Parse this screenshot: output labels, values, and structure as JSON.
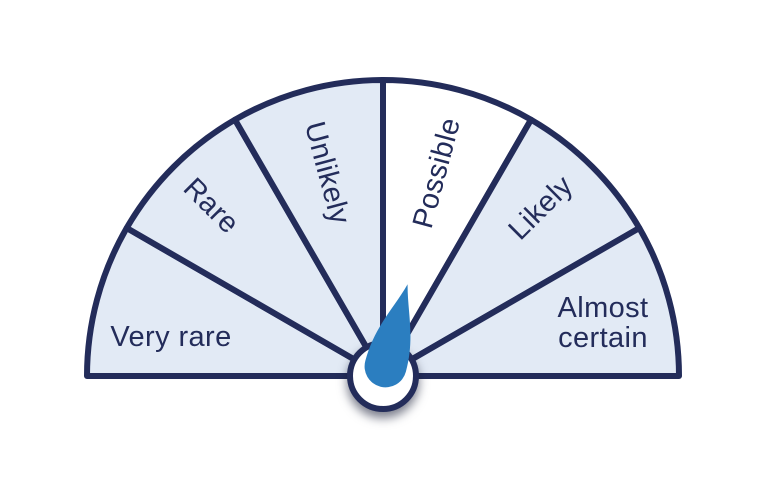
{
  "colors": {
    "background": "#ffffff",
    "navy": "#232c5a",
    "segment-fill": "#e2eaf5",
    "segment-highlight": "#ffffff",
    "needle-blue": "#2b7ec0",
    "hub-fill": "#ffffff"
  },
  "gauge": {
    "segments": [
      {
        "label": "Very rare",
        "highlighted": false
      },
      {
        "label": "Rare",
        "highlighted": false
      },
      {
        "label": "Unlikely",
        "highlighted": false
      },
      {
        "label": "Possible",
        "highlighted": true
      },
      {
        "label": "Likely",
        "highlighted": false
      },
      {
        "label": "Almost certain",
        "line1": "Almost",
        "line2": "certain",
        "highlighted": false
      }
    ],
    "needle": {
      "points_to": "Possible",
      "angle_deg_from_vertical": 15
    }
  },
  "chart_data": {
    "type": "gauge",
    "categories": [
      "Very rare",
      "Rare",
      "Unlikely",
      "Possible",
      "Likely",
      "Almost certain"
    ],
    "selected": "Possible",
    "segment_sweep_deg": 30,
    "arc_total_deg": 180,
    "needle_points_to": "Possible",
    "title": "",
    "legend": "none"
  }
}
